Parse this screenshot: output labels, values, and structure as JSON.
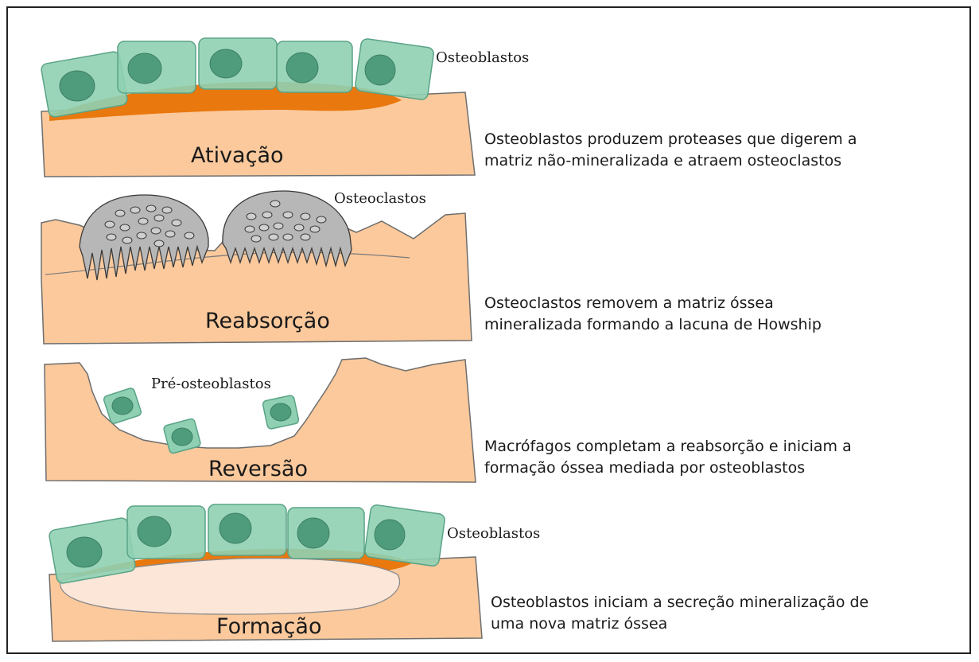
{
  "stages": [
    {
      "name": "Ativação",
      "cell_label": "Osteoblastos",
      "description_lines": [
        "Osteoblastos produzem proteases que digerem a",
        "matriz não-mineralizada e atraem osteoclastos"
      ]
    },
    {
      "name": "Reabsorção",
      "cell_label": "Osteoclastos",
      "description_lines": [
        "Osteoclastos removem a matriz óssea",
        "mineralizada formando a lacuna de Howship"
      ]
    },
    {
      "name": "Reversão",
      "cell_label": "Pré-osteoblastos",
      "description_lines": [
        "Macrófagos completam a reabsorção e iniciam a",
        "formação óssea mediada por osteoblastos"
      ]
    },
    {
      "name": "Formação",
      "cell_label": "Osteoblastos",
      "description_lines": [
        "Osteoblastos iniciam a secreção mineralização de",
        "uma nova matriz óssea"
      ]
    }
  ],
  "colors": {
    "bone": "#fbc99c",
    "bone_stroke": "#6e6e6e",
    "osteoid": "#e9780e",
    "osteoblast_fill": "#8fd0b2",
    "osteoblast_stroke": "#5aa387",
    "nucleus": "#4f9c7d",
    "osteoclast": "#b7b7b7",
    "new_matrix": "#fbe6d8"
  }
}
